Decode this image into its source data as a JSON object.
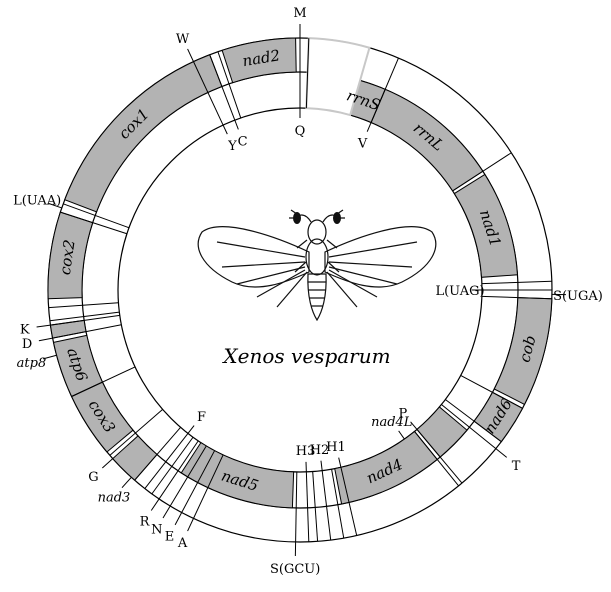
{
  "species_name": "Xenos vesparum",
  "colors": {
    "gene_fill": "#b3b3b3",
    "background": "#ffffff",
    "unsequenced": "#c8c8c8"
  },
  "genes": [
    {
      "id": "nad2",
      "label": "nad2",
      "strand": "outer",
      "start": 342,
      "end": 359
    },
    {
      "id": "cox1",
      "label": "cox1",
      "strand": "outer",
      "start": 291,
      "end": 339
    },
    {
      "id": "cox2",
      "label": "cox2",
      "strand": "outer",
      "start": 268,
      "end": 288
    },
    {
      "id": "atp8",
      "label": "",
      "strand": "outer",
      "start": 259,
      "end": 262
    },
    {
      "id": "atp6",
      "label": "atp6",
      "strand": "outer",
      "start": 245,
      "end": 258
    },
    {
      "id": "cox3",
      "label": "cox3",
      "strand": "outer",
      "start": 230,
      "end": 245
    },
    {
      "id": "nad3",
      "label": "",
      "strand": "outer",
      "start": 221,
      "end": 228
    },
    {
      "id": "nad5",
      "label": "nad5",
      "strand": "inner",
      "start": 182,
      "end": 213
    },
    {
      "id": "nad4",
      "label": "nad4",
      "strand": "inner",
      "start": 141,
      "end": 169
    },
    {
      "id": "nad4L",
      "label": "",
      "strand": "inner",
      "start": 130,
      "end": 140
    },
    {
      "id": "nad6",
      "label": "nad6",
      "strand": "outer",
      "start": 118,
      "end": 127
    },
    {
      "id": "cob",
      "label": "cob",
      "strand": "outer",
      "start": 92,
      "end": 117
    },
    {
      "id": "nad1",
      "label": "nad1",
      "strand": "inner",
      "start": 58,
      "end": 86
    },
    {
      "id": "rrnL",
      "label": "rrnL",
      "strand": "inner",
      "start": 23,
      "end": 57
    },
    {
      "id": "rrnS",
      "label": "rrnS",
      "strand": "inner",
      "start": 14,
      "end": 23
    }
  ],
  "outer_labels": [
    {
      "text": "M",
      "angle": 0
    },
    {
      "text": "W",
      "angle": 335
    },
    {
      "text": "L(UAA)",
      "angle": 289
    },
    {
      "text": "K",
      "angle": 262
    },
    {
      "text": "D",
      "angle": 259
    },
    {
      "text": "atp8",
      "angle": 255,
      "italic": true
    },
    {
      "text": "G",
      "angle": 228
    },
    {
      "text": "nad3",
      "angle": 222,
      "italic": true
    },
    {
      "text": "R",
      "angle": 214
    },
    {
      "text": "N",
      "angle": 211
    },
    {
      "text": "E",
      "angle": 208
    },
    {
      "text": "A",
      "angle": 205
    },
    {
      "text": "S(GCU)",
      "angle": 181
    },
    {
      "text": "T",
      "angle": 129
    },
    {
      "text": "S(UGA)",
      "angle": 91
    }
  ],
  "inner_labels": [
    {
      "text": "Q",
      "angle": 0
    },
    {
      "text": "C",
      "angle": 339
    },
    {
      "text": "Y",
      "angle": 335
    },
    {
      "text": "V",
      "angle": 23
    },
    {
      "text": "L(UAG)",
      "angle": 90
    },
    {
      "text": "P",
      "angle": 140
    },
    {
      "text": "nad4L",
      "angle": 145,
      "italic": true
    },
    {
      "text": "H1",
      "angle": 167
    },
    {
      "text": "H2",
      "angle": 173
    },
    {
      "text": "H3",
      "angle": 178
    },
    {
      "text": "F",
      "angle": 218
    }
  ]
}
